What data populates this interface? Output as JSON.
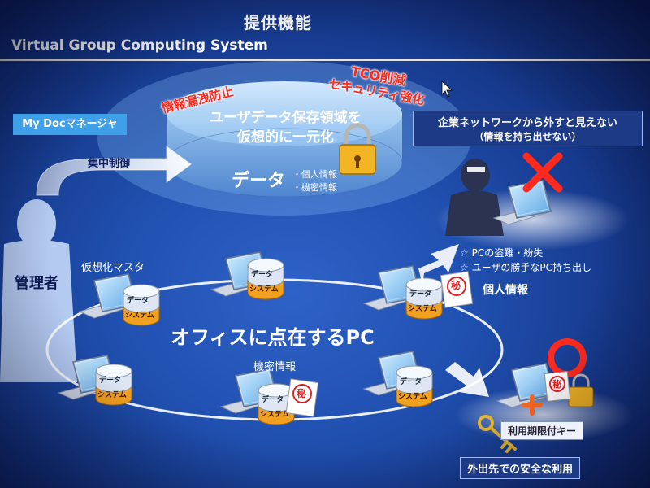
{
  "title": "提供機能",
  "subtitle": "Virtual Group Computing System",
  "mydoc_label": "My Docマネージャ",
  "red_left": "情報漏洩防止",
  "red_right_1": "TCO削減",
  "red_right_2": "セキュリティ強化",
  "disk_text_1": "ユーザデータ保存領域を",
  "disk_text_2": "仮想的に一元化",
  "data_label": "データ",
  "data_item_1": "・個人情報",
  "data_item_2": "・機密情報",
  "control_label": "集中制御",
  "admin_label": "管理者",
  "master_label": "仮想化マスタ",
  "office_label": "オフィスに点在するPC",
  "confidential_label": "機密情報",
  "personal_label": "個人情報",
  "network_box_1": "企業ネットワークから外すと見えない",
  "network_box_2": "（情報を持ち出せない）",
  "bullet_1": "☆ PCの盗難・紛失",
  "bullet_2": "☆ ユーザの勝手なPC持ち出し",
  "key_label": "利用期限付キー",
  "safe_use_label": "外出先での安全な利用",
  "db_top": "データ",
  "db_bottom": "システム",
  "secret_mark": "秘",
  "colors": {
    "red": "#ff2a1e",
    "db_blue": "#dde6f2",
    "db_orange": "#f2a020"
  }
}
